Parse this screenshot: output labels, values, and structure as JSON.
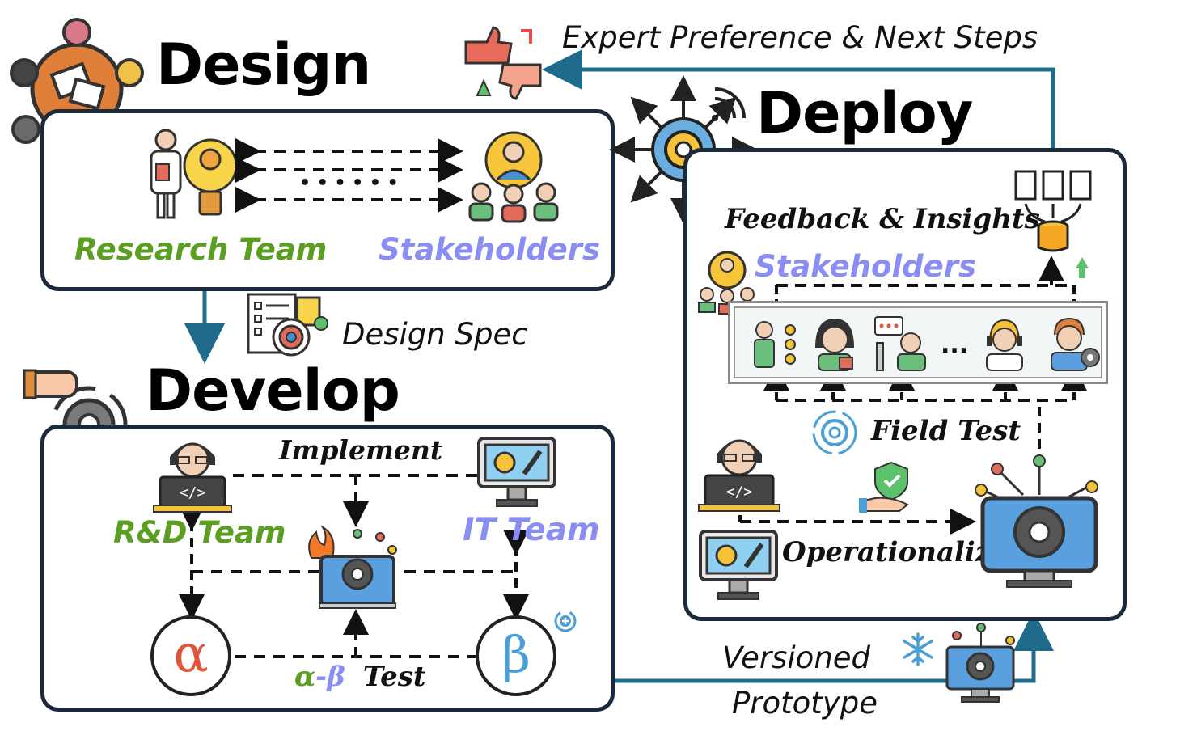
{
  "design": {
    "title": "Design",
    "research_team": "Research Team",
    "stakeholders": "Stakeholders",
    "dots": "• • • • • •"
  },
  "design_spec": "Design Spec",
  "develop": {
    "title": "Develop",
    "implement": "Implement",
    "rd_team": "R&D Team",
    "it_team": "IT Team",
    "alpha": "α",
    "beta": "β",
    "test_alpha": "α",
    "test_dash": "-",
    "test_beta": "β",
    "test_word": "Test"
  },
  "deploy": {
    "title": "Deploy",
    "feedback": "Feedback & Insights",
    "stakeholders": "Stakeholders",
    "ellipsis": "...",
    "field_test": "Field Test",
    "operationalize": "Operationalize"
  },
  "expert_preference": "Expert Preference & Next Steps",
  "versioned": "Versioned",
  "prototype": "Prototype",
  "colors": {
    "green": "#5a9e22",
    "purple": "#8a8ef2",
    "arrow_teal": "#1e6b8c",
    "frame": "#1a2a3a"
  }
}
